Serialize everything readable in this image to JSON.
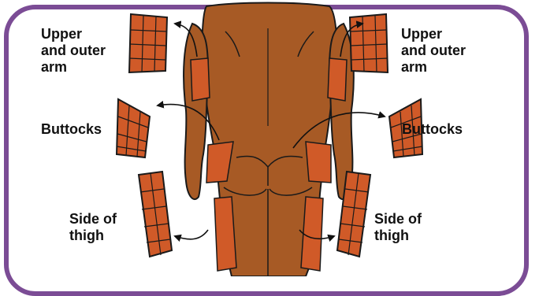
{
  "labels": {
    "upper_arm": {
      "lines": [
        "Upper",
        "and outer",
        "arm"
      ]
    },
    "buttocks": {
      "text": "Buttocks"
    },
    "thigh": {
      "lines": [
        "Side of",
        "thigh"
      ]
    }
  },
  "colors": {
    "frame": "#7b4c95",
    "skin": "#a75a25",
    "site": "#d05a28",
    "outline": "#1a1a1a"
  }
}
